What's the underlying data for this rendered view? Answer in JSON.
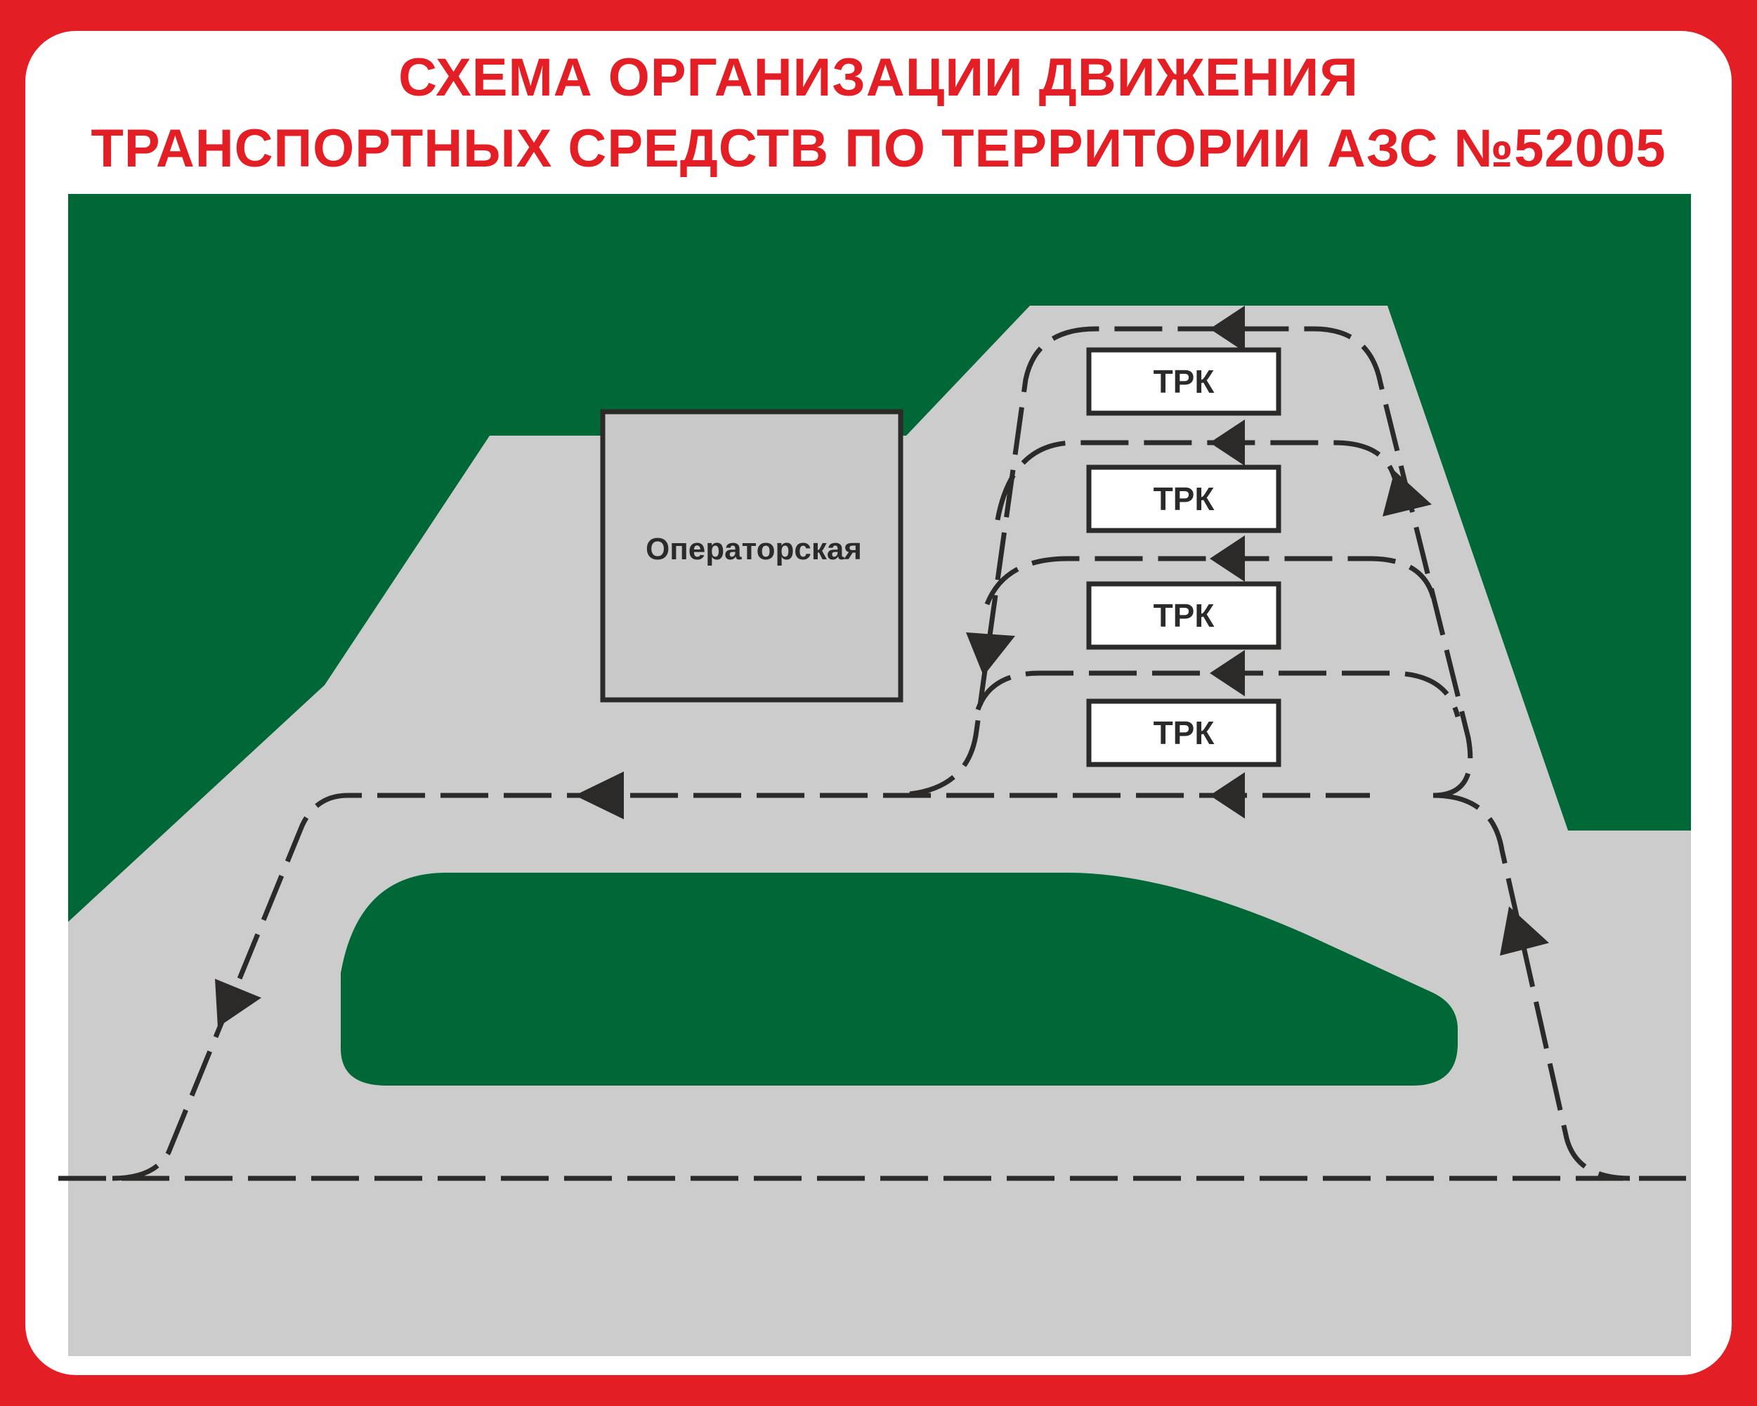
{
  "title": {
    "line1": "СХЕМА ОРГАНИЗАЦИИ ДВИЖЕНИЯ",
    "line2": "ТРАНСПОРТНЫХ СРЕДСТВ ПО ТЕРРИТОРИИ АЗС №52005"
  },
  "building": {
    "label": "Операторская"
  },
  "pumps": [
    {
      "label": "ТРК"
    },
    {
      "label": "ТРК"
    },
    {
      "label": "ТРК"
    },
    {
      "label": "ТРК"
    }
  ],
  "colors": {
    "frame": "#e31e25",
    "title": "#e31e25",
    "grass": "#006837",
    "pavement": "#cccccc",
    "lines": "#2b2a29"
  }
}
